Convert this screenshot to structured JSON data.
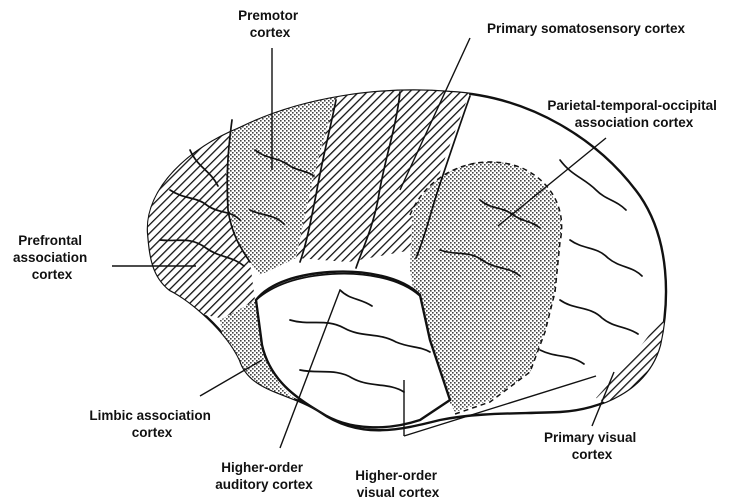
{
  "figure": {
    "labels": {
      "premotor": [
        "Premotor",
        "cortex"
      ],
      "somatosensory": [
        "Primary somatosensory cortex"
      ],
      "parietal": [
        "Parietal-temporal-occipital",
        "association cortex"
      ],
      "prefrontal": [
        "Prefrontal",
        "association",
        "cortex"
      ],
      "limbic": [
        "Limbic association",
        "cortex"
      ],
      "auditory": [
        "Higher-order",
        "auditory cortex"
      ],
      "visual_higher": [
        "Higher-order",
        "visual cortex"
      ],
      "visual_primary": [
        "Primary visual",
        "cortex"
      ]
    },
    "colors": {
      "ink": "#111111",
      "background": "#ffffff",
      "hatch": "#111111",
      "stipple": "#555555"
    }
  }
}
